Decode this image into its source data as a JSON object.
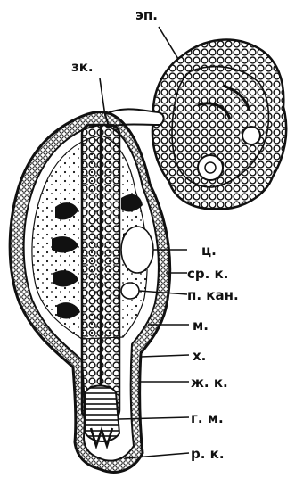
{
  "figure": {
    "labels": {
      "ep": "эп.",
      "zk": "зк.",
      "ts": "ц.",
      "srk": "ср. к.",
      "pkan": "п. кан.",
      "m": "м.",
      "kh": "х.",
      "zhk": "ж. к.",
      "gm": "г. м.",
      "rk": "р. к."
    },
    "colors": {
      "ink": "#111111",
      "paper": "#ffffff"
    }
  }
}
